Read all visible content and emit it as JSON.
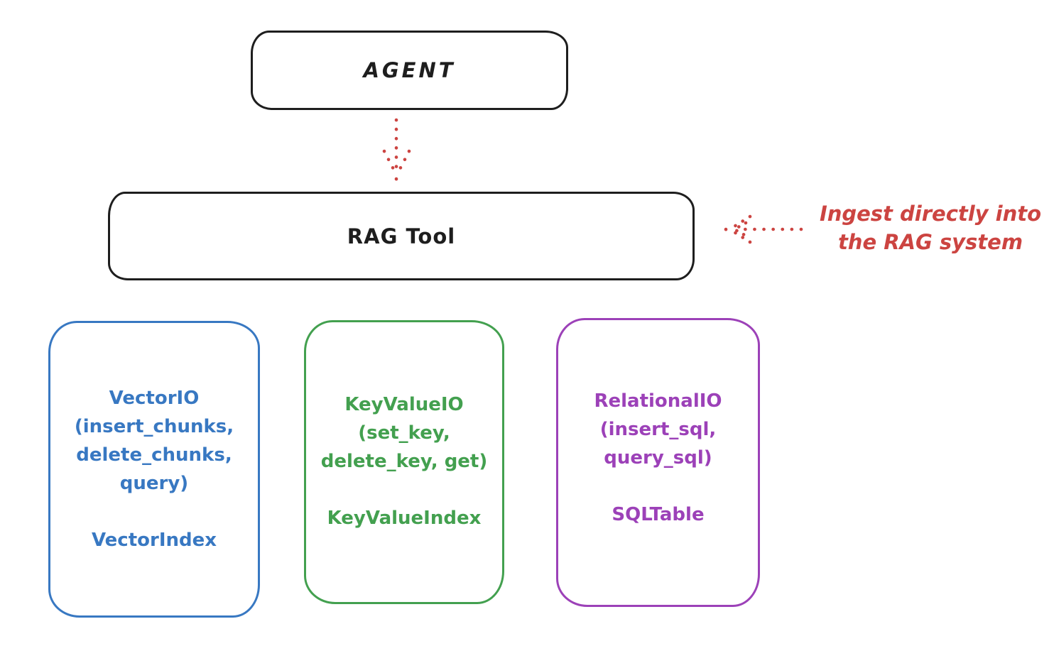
{
  "colors": {
    "ink": "#1e1e1e",
    "red": "#cc4441",
    "blue": "#3878c2",
    "green": "#43a04f",
    "purple": "#9c41b8",
    "background": "#ffffff"
  },
  "diagram": {
    "agent": {
      "label": "AGENT"
    },
    "rag_tool": {
      "label": "RAG Tool"
    },
    "annotation": {
      "line1": "Ingest directly into",
      "line2": "the RAG system"
    },
    "backends": [
      {
        "title": "VectorIO",
        "params": [
          "(insert_chunks,",
          "delete_chunks,",
          "query)"
        ],
        "index": "VectorIndex",
        "color": "#3878c2"
      },
      {
        "title": "KeyValueIO",
        "params": [
          "(set_key,",
          "delete_key, get)"
        ],
        "index": "KeyValueIndex",
        "color": "#43a04f"
      },
      {
        "title": "RelationalIO",
        "params": [
          "(insert_sql,",
          "query_sql)"
        ],
        "index": "SQLTable",
        "color": "#9c41b8"
      }
    ]
  }
}
